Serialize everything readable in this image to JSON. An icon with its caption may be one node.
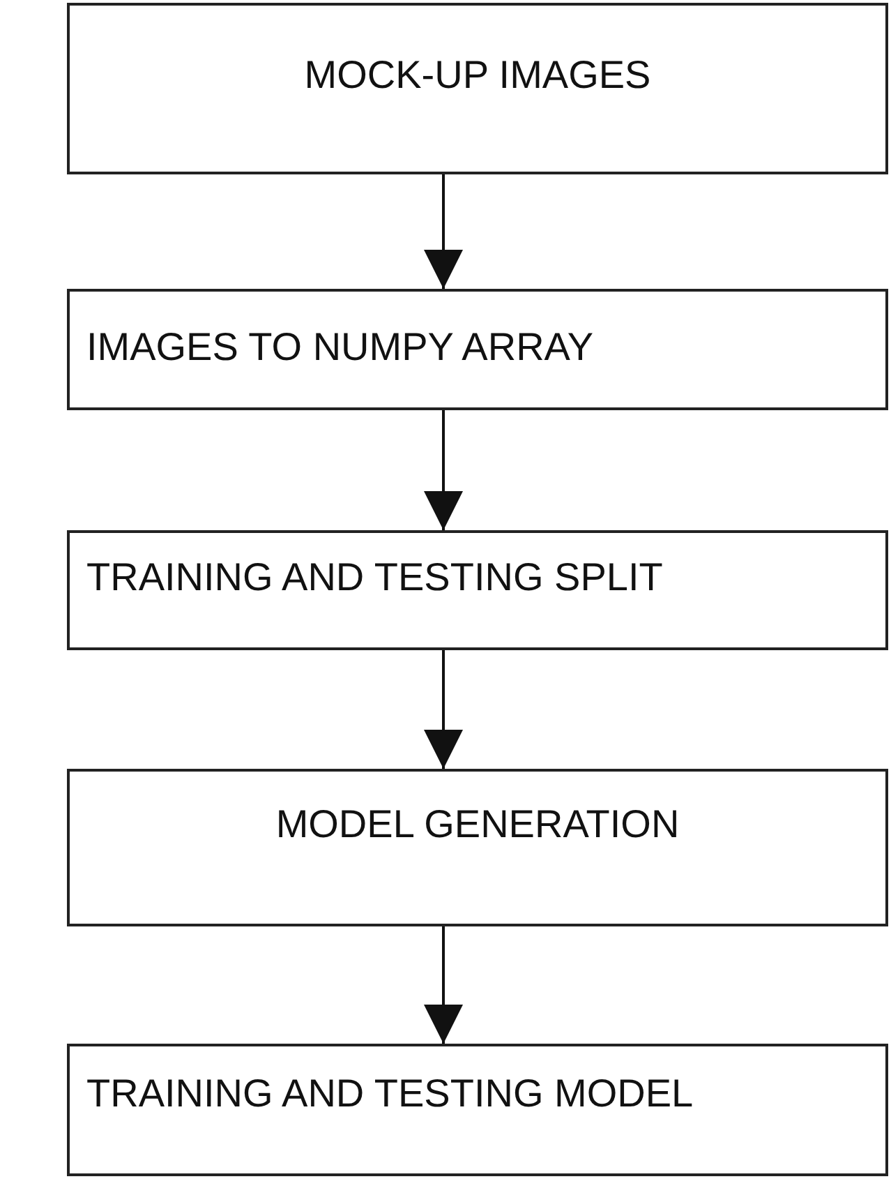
{
  "diagram": {
    "nodes": [
      {
        "text": [
          "MOCK-UP IMAGES"
        ]
      },
      {
        "text": [
          "IMAGES TO NUMPY ARRAY"
        ]
      },
      {
        "text": [
          "TRAINING AND TESTING SPLIT"
        ]
      },
      {
        "text": [
          "MODEL GENERATION"
        ]
      },
      {
        "text": [
          "TRAINING AND TESTING MODEL"
        ]
      }
    ],
    "edges": [
      {
        "from": 0,
        "to": 1,
        "arrow": "to"
      },
      {
        "from": 1,
        "to": 2,
        "arrow": "to"
      },
      {
        "from": 2,
        "to": 3,
        "arrow": "to"
      },
      {
        "from": 3,
        "to": 4,
        "arrow": "to"
      }
    ]
  }
}
